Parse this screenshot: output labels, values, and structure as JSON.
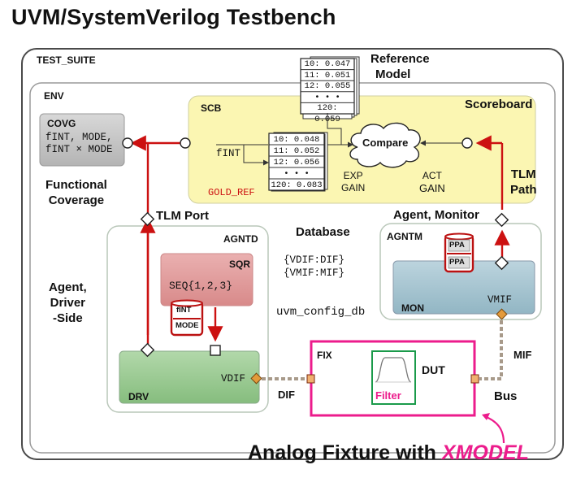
{
  "title": "UVM/SystemVerilog Testbench",
  "boxes": {
    "test_suite": "TEST_SUITE",
    "env": "ENV",
    "scb": "SCB",
    "gold_ref": "GOLD_REF",
    "covg": "COVG",
    "agntd": "AGNTD",
    "agntm": "AGNTM",
    "sqr": "SQR",
    "drv": "DRV",
    "mon": "MON",
    "fix": "FIX",
    "dut": "DUT",
    "filter": "Filter",
    "compare": "Compare",
    "ppa": "PPA"
  },
  "covg_lines": [
    "fINT, MODE,",
    "fINT × MODE"
  ],
  "labels": {
    "reference_model": [
      "Reference",
      "Model"
    ],
    "scoreboard": "Scoreboard",
    "functional_coverage": [
      "Functional",
      "Coverage"
    ],
    "tlm_path": [
      "TLM",
      "Path"
    ],
    "tlm_port": "TLM Port",
    "database": "Database",
    "agent_monitor": "Agent, Monitor",
    "agent_driver": [
      "Agent,",
      "Driver",
      "-Side"
    ],
    "fint": "fINT",
    "exp_gain": [
      "EXP",
      "GAIN"
    ],
    "act_gain": [
      "ACT",
      "GAIN"
    ],
    "seq": "SEQ{1,2,3}",
    "fint_can": "fINT",
    "mode_can": "MODE",
    "config": [
      "{VDIF:DIF}",
      "{VMIF:MIF}"
    ],
    "uvm_config_db": "uvm_config_db",
    "vdif": "VDIF",
    "vmif": "VMIF",
    "dif": "DIF",
    "mif": "MIF",
    "bus": "Bus"
  },
  "ref_model_rows": [
    "10: 0.047",
    "11: 0.051",
    "12: 0.055",
    "• • •",
    "120: 0.059"
  ],
  "gold_ref_rows": [
    "10: 0.048",
    "11: 0.052",
    "12: 0.056",
    "• • •",
    "120: 0.083"
  ],
  "caption": {
    "prefix": "Analog Fixture with ",
    "accent": "XMODEL"
  },
  "colors": {
    "arrow": "#cc1111",
    "scb_fill": "#fbf6b2",
    "covg_fill": "#c9c9c9",
    "sqr_fill": "#e29a9a",
    "drv_fill": "#9ccc95",
    "mon_fill": "#a6c4d0",
    "fix_border": "#ec1c8c",
    "filter_border": "#1a9a4a",
    "port_orange": "#e39a3a"
  }
}
